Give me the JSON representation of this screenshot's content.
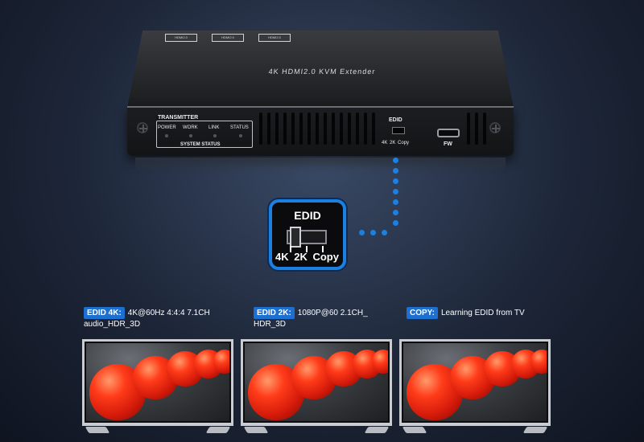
{
  "device": {
    "title": "4K HDMI2.0 KVM Extender",
    "top_labels": [
      "HDMI2.0",
      "HDMI2.0",
      "HDMI2.0"
    ],
    "panel_title": "TRANSMITTER",
    "panel_subtitle": "SYSTEM STATUS",
    "leds": [
      "POWER",
      "WORK",
      "LINK",
      "STATUS"
    ],
    "edid_label": "EDID",
    "edid_options": "4K 2K Copy",
    "fw_label": "FW"
  },
  "zoom": {
    "title": "EDID",
    "options": "4K 2K Copy"
  },
  "captions": [
    {
      "badge": "EDID 4K:",
      "text": "4K@60Hz 4:4:4 7.1CH audio_HDR_3D"
    },
    {
      "badge": "EDID 2K:",
      "text": "1080P@60 2.1CH_ HDR_3D"
    },
    {
      "badge": "COPY:",
      "text": "Learning EDID from TV"
    }
  ],
  "colors": {
    "accent": "#1d7fe0",
    "badge": "#1d6fd0",
    "tomato": "#e0200c"
  }
}
